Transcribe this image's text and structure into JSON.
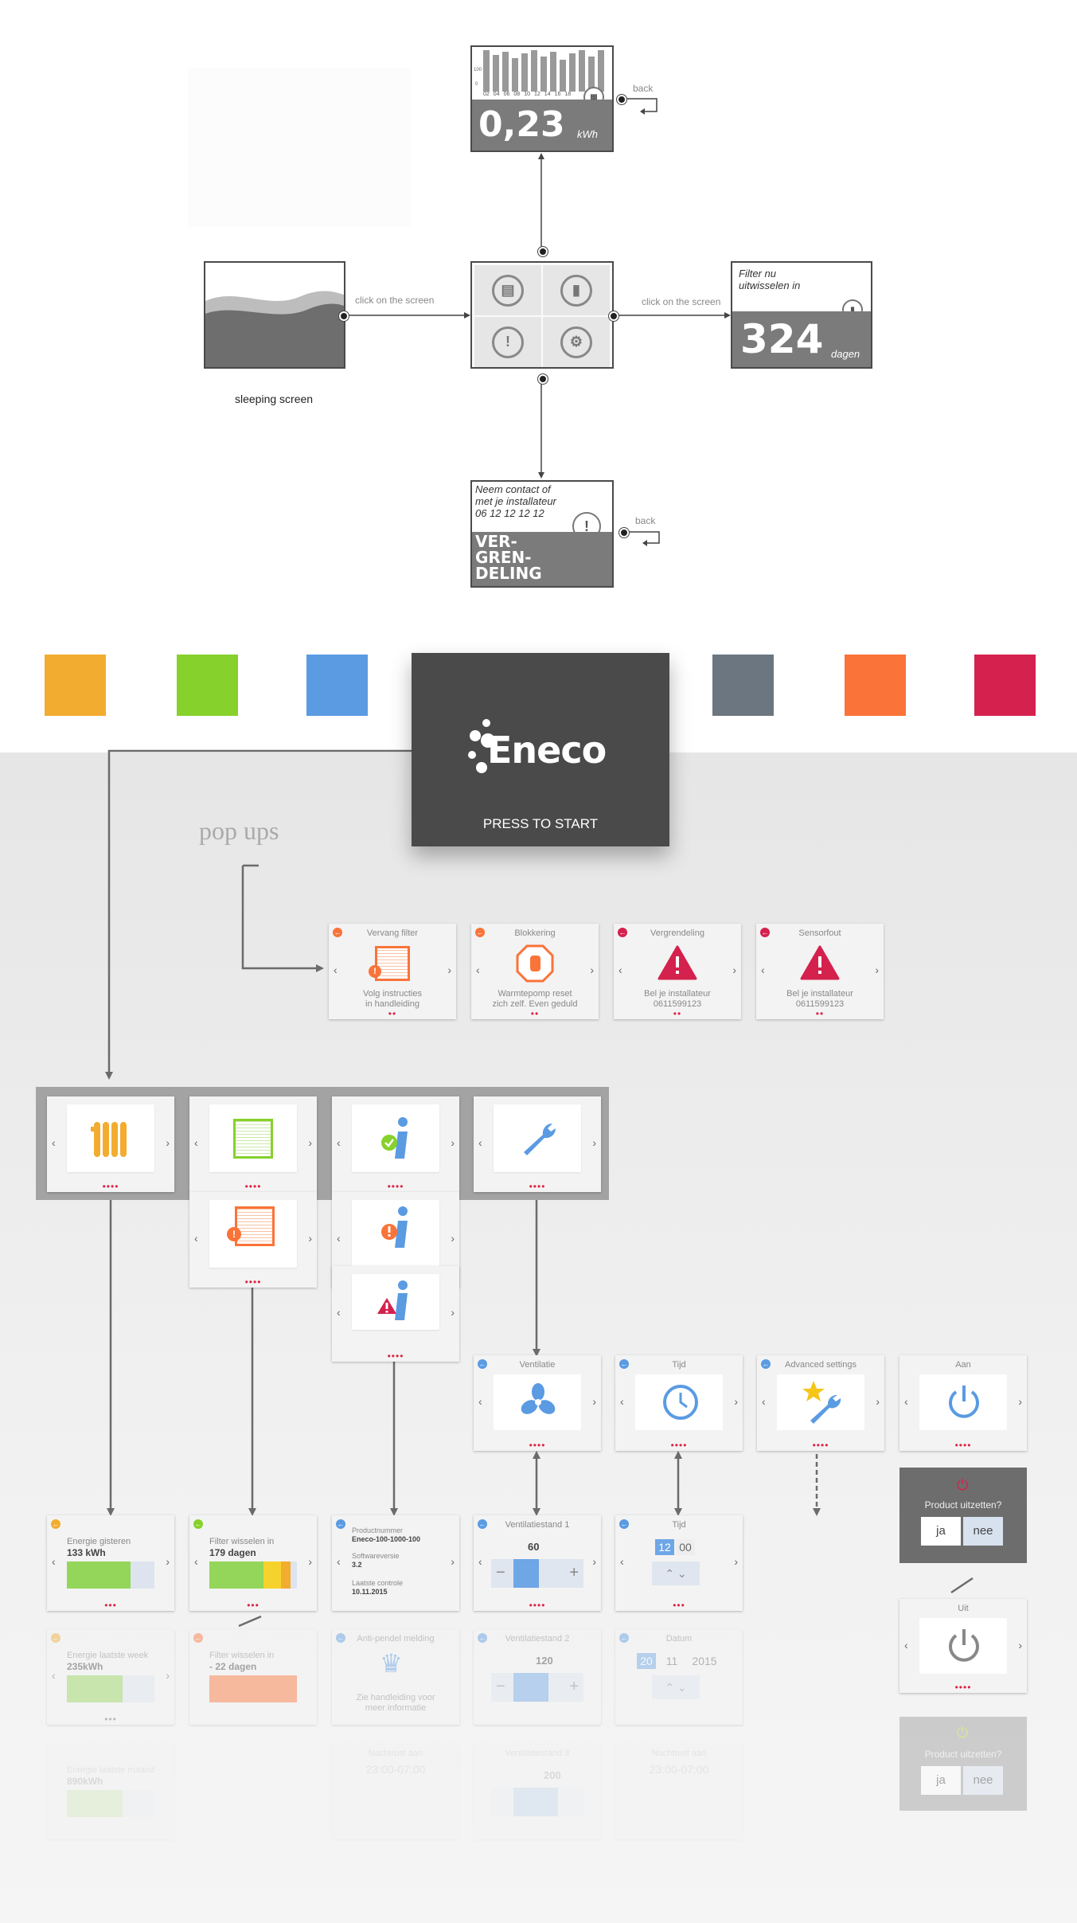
{
  "top_flow": {
    "energy_screen": {
      "value": "0,23",
      "unit": "kWh",
      "tick_labels": [
        "100",
        "0"
      ],
      "hour_labels": [
        "02",
        "04",
        "06",
        "08",
        "10",
        "12",
        "14",
        "16",
        "18"
      ],
      "back_label": "back"
    },
    "filter_screen": {
      "text": "Filter nu uitwisselen in",
      "value": "324",
      "unit": "dagen"
    },
    "lock_screen": {
      "text": "Neem contact of met je installateur 06 12 12 12 12",
      "big_text": "VER-\nGREN-\nDELING",
      "back_label": "back"
    },
    "sleep_label": "sleeping screen",
    "click_label_left": "click on the screen",
    "click_label_right": "click on the screen",
    "menu_icons": [
      "chart-icon",
      "filter-icon",
      "alert-icon",
      "gear-icon"
    ]
  },
  "swatches": [
    "#f2ac2f",
    "#86d12b",
    "#5a9be2",
    "#6b7680",
    "#fa7339",
    "#d4214d"
  ],
  "splash": {
    "brand": "Eneco",
    "press_label": "PRESS TO START"
  },
  "popups": {
    "title": "pop ups",
    "cards": [
      {
        "title": "Vervang filter",
        "text1": "Volg instructies",
        "text2": "in handleiding",
        "color": "#fa7339"
      },
      {
        "title": "Blokkering",
        "text1": "Warmtepomp reset",
        "text2": "zich zelf. Even geduld",
        "color": "#fa7339"
      },
      {
        "title": "Vergrendeling",
        "text1": "Bel je installateur",
        "text2": "0611599123",
        "color": "#d4214d"
      },
      {
        "title": "Sensorfout",
        "text1": "Bel je installateur",
        "text2": "0611599123",
        "color": "#d4214d"
      }
    ]
  },
  "menu_cards": [
    "radiator-icon",
    "filter-icon",
    "info-icon",
    "wrench-icon"
  ],
  "settings": {
    "ventilatie": "Ventilatie",
    "tijd": "Tijd",
    "advanced": "Advanced settings",
    "aan": "Aan",
    "uit": "Uit",
    "confirm_question": "Product uitzetten?",
    "ja": "ja",
    "nee": "nee"
  },
  "details": {
    "energie_gisteren": {
      "label": "Energie gisteren",
      "value": "133 kWh"
    },
    "energie_week": {
      "label": "Energie laatste week",
      "value": "235kWh"
    },
    "energie_maand": {
      "label": "Energie laatste maand",
      "value": "890kWh"
    },
    "filter1": {
      "label": "Filter wisselen in",
      "value": "179 dagen"
    },
    "filter2": {
      "label": "Filter wisselen in",
      "value": "- 22  dagen"
    },
    "product": {
      "nr_label": "Productnummer",
      "nr": "Eneco-100-1000-100",
      "sw_label": "Softwareversie",
      "sw": "3.2",
      "ctrl_label": "Laatste controle",
      "ctrl": "10.11.2015"
    },
    "anti_pendel": {
      "title": "Anti-pendel melding",
      "text1": "Zie handleiding voor",
      "text2": "meer informatie"
    },
    "nacht": {
      "title": "Nachtrust aan",
      "value": "23:00-07:00"
    },
    "vent1": {
      "title": "Ventilatiestand 1",
      "value": "60"
    },
    "vent2": {
      "title": "Ventilatiestand 2",
      "value": "120"
    },
    "vent3": {
      "title": "Ventilatiestand 3",
      "value": "200"
    },
    "tijd_detail": {
      "title": "Tijd",
      "hh": "12",
      "mm": "00"
    },
    "datum": {
      "title": "Datum",
      "d": "20",
      "m": "11",
      "y": "2015"
    },
    "nacht2": {
      "title": "Nachtrust aan",
      "value": "23:00-07:00"
    }
  }
}
